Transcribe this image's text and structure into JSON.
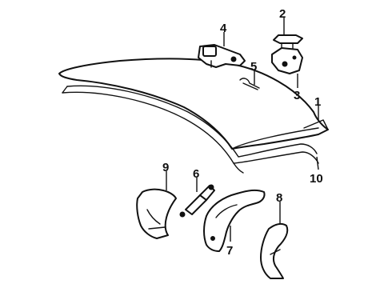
{
  "callouts": {
    "c1": "1",
    "c2": "2",
    "c3": "3",
    "c4": "4",
    "c5": "5",
    "c6": "6",
    "c7": "7",
    "c8": "8",
    "c9": "9",
    "c10": "10"
  },
  "colors": {
    "line": "#111111",
    "background": "#ffffff"
  }
}
